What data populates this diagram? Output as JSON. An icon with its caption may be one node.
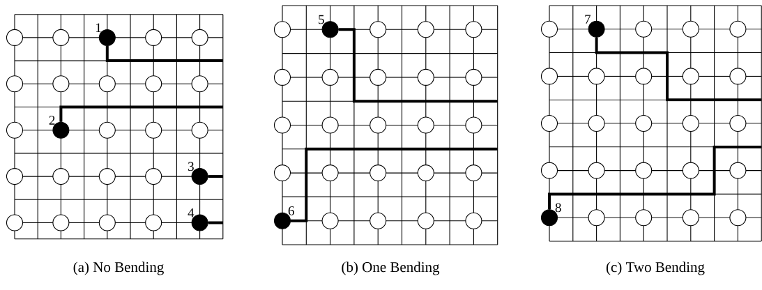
{
  "diagram": {
    "nodes": [
      {
        "text": [],
        "shape": "circle"
      },
      {
        "text": [],
        "shape": "circle"
      },
      {
        "text": [
          "1"
        ]
      },
      {
        "text": [],
        "shape": "circle"
      },
      {
        "text": [],
        "shape": "circle"
      },
      {
        "text": [],
        "shape": "circle"
      },
      {
        "text": [],
        "shape": "circle"
      },
      {
        "text": [],
        "shape": "circle"
      },
      {
        "text": [],
        "shape": "circle"
      },
      {
        "text": [],
        "shape": "circle"
      },
      {
        "text": [],
        "shape": "circle"
      },
      {
        "text": [
          "2"
        ]
      },
      {
        "text": [],
        "shape": "circle"
      },
      {
        "text": [],
        "shape": "circle"
      },
      {
        "text": [],
        "shape": "circle"
      },
      {
        "text": [],
        "shape": "circle"
      },
      {
        "text": [],
        "shape": "circle"
      },
      {
        "text": [],
        "shape": "circle"
      },
      {
        "text": [],
        "shape": "circle"
      },
      {
        "text": [
          "3"
        ]
      },
      {
        "text": [],
        "shape": "circle"
      },
      {
        "text": [],
        "shape": "circle"
      },
      {
        "text": [],
        "shape": "circle"
      },
      {
        "text": [],
        "shape": "circle"
      },
      {
        "text": [
          "4"
        ]
      },
      {
        "text": [],
        "shape": "circle"
      },
      {
        "text": [
          "5"
        ]
      },
      {
        "text": [],
        "shape": "circle"
      },
      {
        "text": [],
        "shape": "circle"
      },
      {
        "text": [],
        "shape": "circle"
      },
      {
        "text": [],
        "shape": "circle"
      },
      {
        "text": [],
        "shape": "circle"
      },
      {
        "text": [],
        "shape": "circle"
      },
      {
        "text": [],
        "shape": "circle"
      },
      {
        "text": [],
        "shape": "circle"
      },
      {
        "text": [],
        "shape": "circle"
      },
      {
        "text": [],
        "shape": "circle"
      },
      {
        "text": [],
        "shape": "circle"
      },
      {
        "text": [],
        "shape": "circle"
      },
      {
        "text": [],
        "shape": "circle"
      },
      {
        "text": [],
        "shape": "circle"
      },
      {
        "text": [],
        "shape": "circle"
      },
      {
        "text": [],
        "shape": "circle"
      },
      {
        "text": [],
        "shape": "circle"
      },
      {
        "text": [],
        "shape": "circle"
      },
      {
        "text": [
          "6"
        ]
      },
      {
        "text": [],
        "shape": "circle"
      },
      {
        "text": [],
        "shape": "circle"
      },
      {
        "text": [],
        "shape": "circle"
      },
      {
        "text": [],
        "shape": "circle"
      },
      {
        "text": [],
        "shape": "circle"
      },
      {
        "text": [
          "7"
        ]
      },
      {
        "text": [],
        "shape": "circle"
      },
      {
        "text": [],
        "shape": "circle"
      },
      {
        "text": [],
        "shape": "circle"
      },
      {
        "text": [],
        "shape": "circle"
      },
      {
        "text": [],
        "shape": "circle"
      },
      {
        "text": [],
        "shape": "circle"
      },
      {
        "text": [],
        "shape": "circle"
      },
      {
        "text": [],
        "shape": "circle"
      },
      {
        "text": [],
        "shape": "circle"
      },
      {
        "text": [],
        "shape": "circle"
      },
      {
        "text": [],
        "shape": "circle"
      },
      {
        "text": [],
        "shape": "circle"
      },
      {
        "text": [],
        "shape": "circle"
      },
      {
        "text": [],
        "shape": "circle"
      },
      {
        "text": [],
        "shape": "circle"
      },
      {
        "text": [],
        "shape": "circle"
      },
      {
        "text": [],
        "shape": "circle"
      },
      {
        "text": [],
        "shape": "circle"
      },
      {
        "text": [
          "8"
        ]
      },
      {
        "text": [],
        "shape": "circle"
      },
      {
        "text": [],
        "shape": "circle"
      },
      {
        "text": [],
        "shape": "circle"
      },
      {
        "text": [],
        "shape": "circle"
      }
    ],
    "edges": [
      {
        "from": 2,
        "to": null,
        "arrow": "none"
      },
      {
        "from": 11,
        "to": null,
        "arrow": "none"
      },
      {
        "from": 19,
        "to": null,
        "arrow": "none"
      },
      {
        "from": 24,
        "to": null,
        "arrow": "none"
      },
      {
        "from": 26,
        "to": null,
        "arrow": "none"
      },
      {
        "from": 45,
        "to": null,
        "arrow": "none"
      },
      {
        "from": 51,
        "to": null,
        "arrow": "none"
      },
      {
        "from": 70,
        "to": null,
        "arrow": "none"
      }
    ],
    "labels": [
      "(a) No Bending",
      "(b) One Bending",
      "(c) Two Bending"
    ]
  }
}
